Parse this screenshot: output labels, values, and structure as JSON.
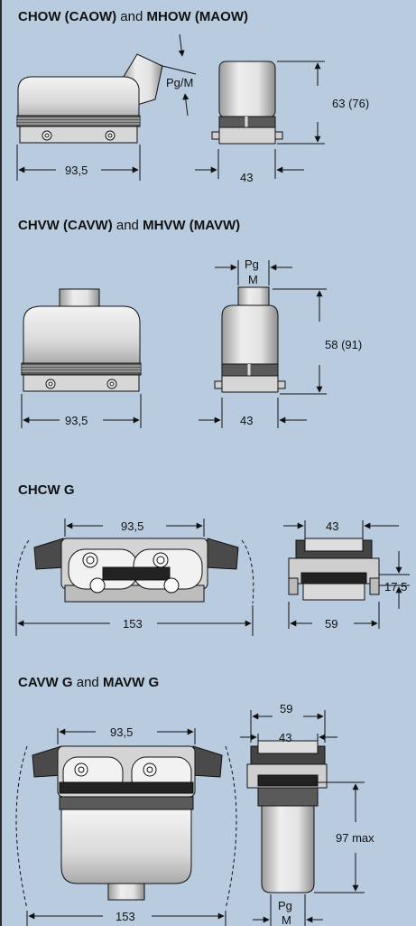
{
  "sections": [
    {
      "title_bold_a": "CHOW (CAOW)",
      "title_mid": " and ",
      "title_bold_b": "MHOW (MAOW)",
      "labels": {
        "pg": "Pg/M",
        "height": "63 (76)",
        "width_main": "93,5",
        "width_side": "43"
      }
    },
    {
      "title_bold_a": "CHVW (CAVW)",
      "title_mid": " and ",
      "title_bold_b": "MHVW (MAVW)",
      "labels": {
        "pg_top": "Pg",
        "pg_bottom": "M",
        "height": "58 (91)",
        "width_main": "93,5",
        "width_side": "43"
      }
    },
    {
      "title_bold_a": "CHCW G",
      "title_mid": "",
      "title_bold_b": "",
      "labels": {
        "top_span": "93,5",
        "bottom_span": "153",
        "side_top": "43",
        "side_height": "17,5",
        "side_bottom": "59"
      }
    },
    {
      "title_bold_a": "CAVW G",
      "title_mid": " and ",
      "title_bold_b": "MAVW G",
      "labels": {
        "top_span": "93,5",
        "bottom_span": "153",
        "side_top": "59",
        "side_inner": "43",
        "height": "97 max",
        "pg_top": "Pg",
        "pg_bottom": "M"
      }
    }
  ]
}
